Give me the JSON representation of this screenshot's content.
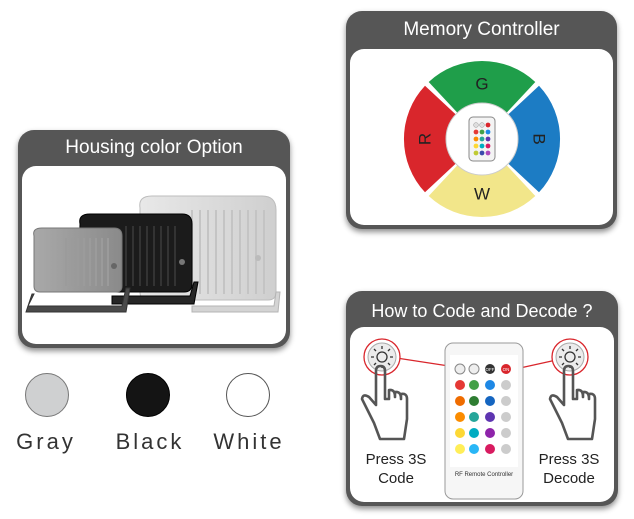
{
  "housing": {
    "title": "Housing color Option",
    "swatches": [
      {
        "label": "Gray",
        "color": "#cfd0d1"
      },
      {
        "label": "Black",
        "color": "#141414"
      },
      {
        "label": "White",
        "color": "#ffffff"
      }
    ]
  },
  "memory": {
    "title": "Memory Controller",
    "segments": [
      {
        "letter": "G",
        "color": "#1f9e4a"
      },
      {
        "letter": "B",
        "color": "#1c7cc4"
      },
      {
        "letter": "W",
        "color": "#f2e68a"
      },
      {
        "letter": "R",
        "color": "#d9262c"
      }
    ]
  },
  "decode": {
    "title": "How to Code and Decode ?",
    "left_label_1": "Press 3S",
    "left_label_2": "Code",
    "right_label_1": "Press 3S",
    "right_label_2": "Decode",
    "remote_off": "OFF",
    "remote_on": "ON",
    "remote_caption": "RF Remote Controller"
  },
  "colors": {
    "panel": "#565656",
    "highlight": "#d9262c"
  }
}
